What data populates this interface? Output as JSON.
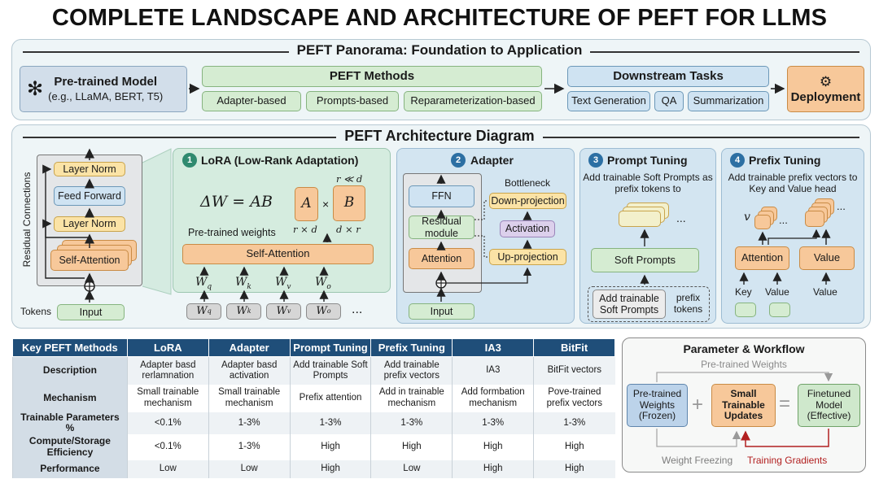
{
  "title": "COMPLETE LANDSCAPE AND ARCHITECTURE OF PEFT FOR LLMS",
  "panorama": {
    "title": "PEFT Panorama: Foundation to Application",
    "pretrained_title": "Pre-trained Model",
    "pretrained_sub": "(e.g., LLaMA, BERT, T5)",
    "methods_title": "PEFT Methods",
    "methods": [
      "Adapter-based",
      "Prompts-based",
      "Reparameterization-based"
    ],
    "tasks_title": "Downstream Tasks",
    "tasks": [
      "Text Generation",
      "QA",
      "Summarization"
    ],
    "deployment": "Deployment"
  },
  "architecture": {
    "title": "PEFT Architecture Diagram",
    "residual_label": "Residual Connections",
    "tokens_label": "Tokens",
    "transformer": {
      "layer_norm_top": "Layer Norm",
      "feed_forward": "Feed Forward",
      "layer_norm_mid": "Layer Norm",
      "self_attention": "Self-Attention",
      "input": "Input"
    },
    "lora": {
      "num": "1",
      "title": "LoRA (Low-Rank Adaptation)",
      "formula": "ΔW = AB",
      "rank_note": "r ≪ d",
      "a": "A",
      "times": "×",
      "b": "B",
      "a_dim": "r × d",
      "b_dim": "d × r",
      "pretrained_weights": "Pre-trained weights",
      "self_attention": "Self-Attention",
      "weights": [
        "W",
        "W",
        "W",
        "W"
      ],
      "weight_subs": [
        "q",
        "k",
        "v",
        "o"
      ],
      "ellipsis": "..."
    },
    "adapter": {
      "num": "2",
      "title": "Adapter",
      "bottleneck": "Bottleneck",
      "ffn": "FFN",
      "residual_module": "Residual module",
      "attention": "Attention",
      "input": "Input",
      "down": "Down-projection",
      "activation": "Activation",
      "up": "Up-projection"
    },
    "prompt": {
      "num": "3",
      "title": "Prompt Tuning",
      "desc": "Add trainable Soft Prompts as prefix tokens to",
      "soft_prompts": "Soft Prompts",
      "add_trainable": "Add trainable Soft Prompts",
      "prefix_tokens": "prefix tokens",
      "ellipsis": "..."
    },
    "prefix": {
      "num": "4",
      "title": "Prefix Tuning",
      "desc": "Add trainable prefix vectors to Key and Value head",
      "v_label": "v",
      "ellipsis": "...",
      "attention": "Attention",
      "value": "Value",
      "key_label": "Key",
      "value_label": "Value",
      "value_label2": "Value"
    }
  },
  "table": {
    "headers": [
      "Key PEFT Methods",
      "LoRA",
      "Adapter",
      "Prompt Tuning",
      "Prefix Tuning",
      "IA3",
      "BitFit"
    ],
    "rows": [
      [
        "Description",
        "Adapter basd rerlamnation",
        "Adapter basd activation",
        "Add trainable Soft Prompts",
        "Add trainable prefix vectors",
        "IA3",
        "BitFit vectors"
      ],
      [
        "Mechanism",
        "Small trainable mechanism",
        "Small trainable mechanism",
        "Prefix attention",
        "Add in trainable mechanism",
        "Add formbation mechanism",
        "Pove-trained prefix vectors"
      ],
      [
        "Trainable Parameters %",
        "<0.1%",
        "1-3%",
        "1-3%",
        "1-3%",
        "1-3%",
        "1-3%"
      ],
      [
        "Compute/Storage Efficiency",
        "<0.1%",
        "1-3%",
        "High",
        "High",
        "High",
        "High"
      ],
      [
        "Performance",
        "Low",
        "Low",
        "High",
        "Low",
        "High",
        "High"
      ]
    ]
  },
  "workflow": {
    "title": "Parameter & Workflow",
    "top_label": "Pre-trained Weights",
    "frozen": "Pre-trained Weights (Frozen)",
    "plus": "+",
    "small": "Small Trainable Updates",
    "equals": "=",
    "finetuned": "Finetuned Model (Effective)",
    "weight_freezing": "Weight Freezing",
    "training_gradients": "Training Gradients"
  },
  "colors": {
    "header_blue": "#1f4e79",
    "badge_green": "#2f8a6f",
    "badge_blue": "#2c6fa3",
    "gradient_red": "#b22020",
    "deployment_orange": "#f7c89a"
  }
}
